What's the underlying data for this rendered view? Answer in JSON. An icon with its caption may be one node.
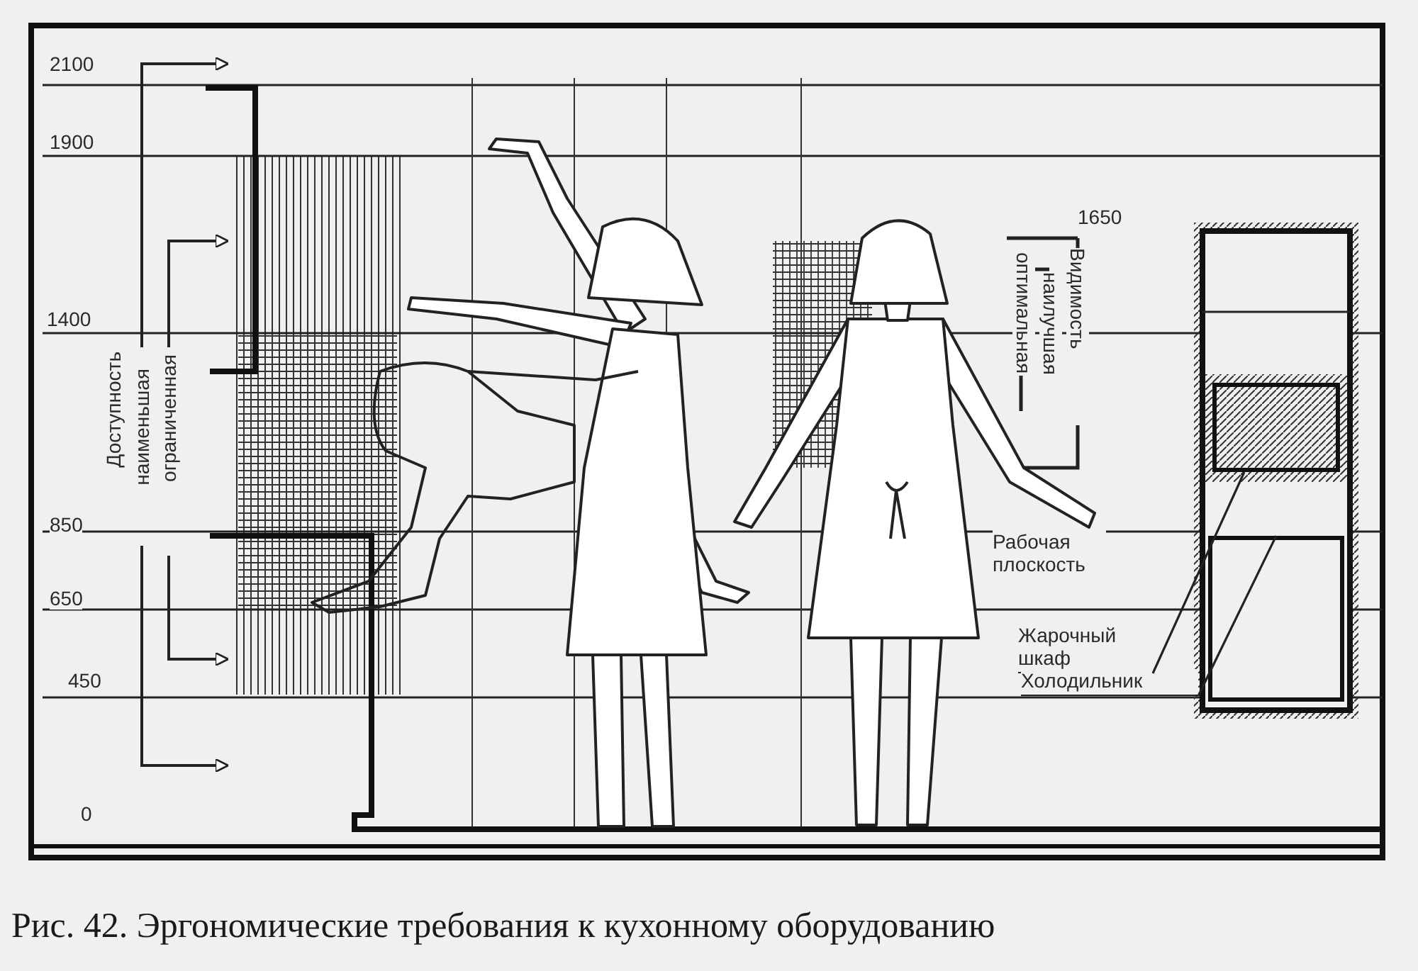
{
  "diagram": {
    "caption": "Рис. 42. Эргономические требования к кухонному оборудованию",
    "nodes": [
      {
        "text": [
          "Жарочный шкаф"
        ]
      },
      {
        "text": [
          "Холодильник"
        ]
      },
      {
        "text": [],
        "shape": "box"
      },
      {
        "text": [],
        "shape": "box"
      }
    ],
    "edges": [
      {
        "from": 0,
        "to": 2,
        "arrow": "none"
      },
      {
        "from": 1,
        "to": 3,
        "arrow": "none"
      }
    ],
    "labels": [
      "2100",
      "1900",
      "1400",
      "850",
      "650",
      "450",
      "0",
      "1650",
      "Доступность",
      "наименьшая",
      "ограниченная",
      "Видимость",
      "наилучшая",
      "оптимальная",
      "Рабочая плоскость"
    ]
  }
}
